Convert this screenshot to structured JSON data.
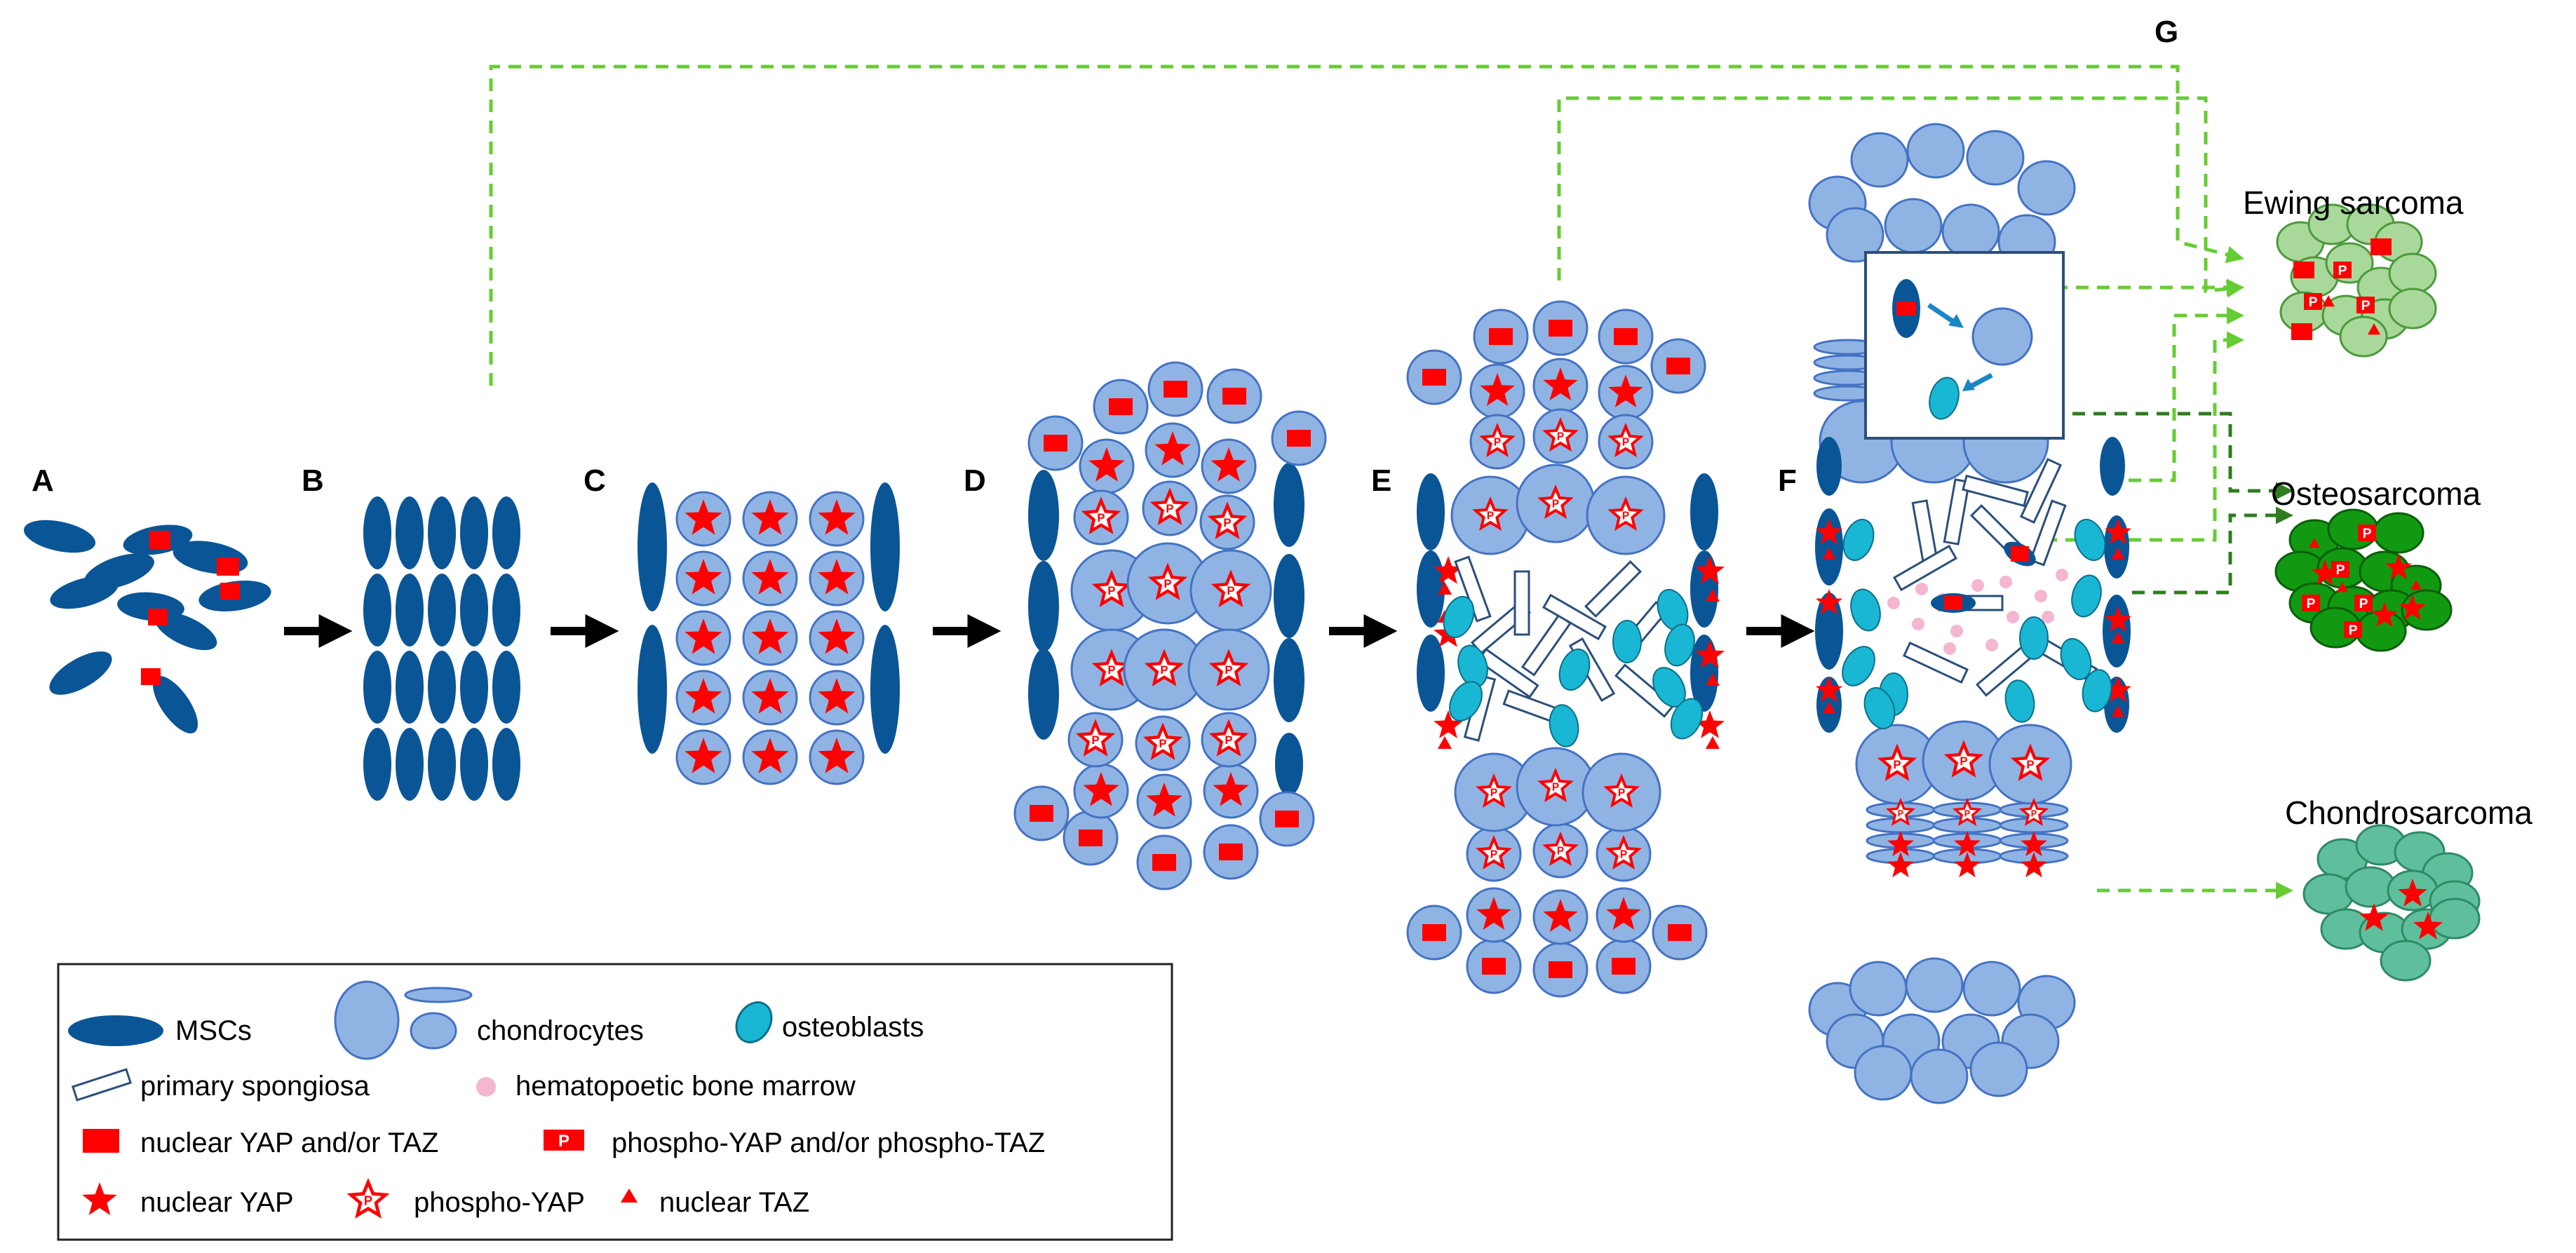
{
  "stages": [
    "A",
    "B",
    "C",
    "D",
    "E",
    "F",
    "G"
  ],
  "tumors": {
    "ewing": "Ewing sarcoma",
    "osteo": "Osteosarcoma",
    "chondro": "Chondrosarcoma"
  },
  "legend": {
    "mscs": "MSCs",
    "chondrocytes": "chondrocytes",
    "osteoblasts": "osteoblasts",
    "primary_spongiosa": "primary spongiosa",
    "bone_marrow": "hematopoetic bone marrow",
    "nuclear_yap_taz": "nuclear YAP and/or TAZ",
    "phospho_yap_taz": "phospho-YAP and/or phospho-TAZ",
    "nuclear_yap": "nuclear YAP",
    "phospho_yap": "phospho-YAP",
    "nuclear_taz": "nuclear TAZ",
    "p_mark": "P"
  },
  "colors": {
    "msc": "#0a5596",
    "chondro_fill": "#8fb4e3",
    "chondro_stroke": "#4472c4",
    "osteoblast": "#19b7d3",
    "marker_red": "#ff0000",
    "marrow_pink": "#f4b6d0",
    "arrow_light_green": "#66cc33",
    "arrow_dark_green": "#2e7d1e",
    "ewing_fill": "#a9d99a",
    "osteo_fill": "#119a11",
    "chondro_tumor_fill": "#5fbf9c"
  }
}
